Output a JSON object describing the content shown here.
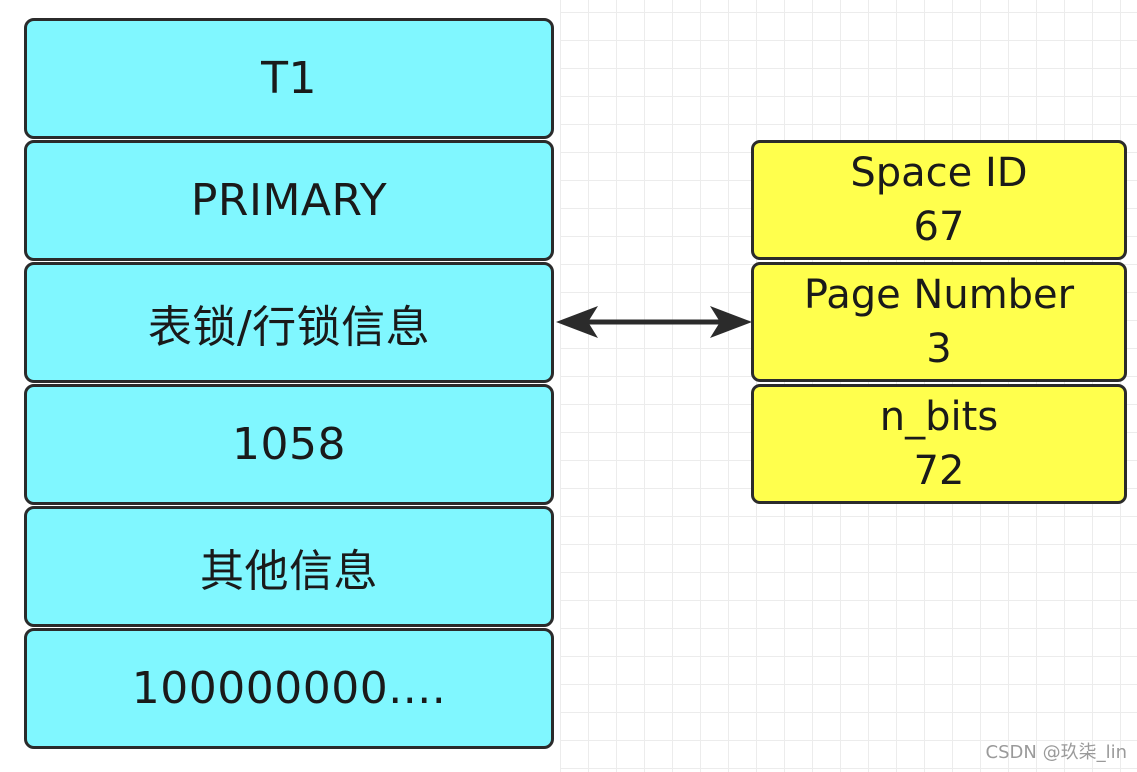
{
  "left_stack": {
    "cells": [
      "T1",
      "PRIMARY",
      "表锁/行锁信息",
      "1058",
      "其他信息",
      "100000000...."
    ]
  },
  "right_stack": {
    "cells": [
      {
        "label": "Space ID",
        "value": "67"
      },
      {
        "label": "Page Number",
        "value": "3"
      },
      {
        "label": "n_bits",
        "value": "72"
      }
    ]
  },
  "watermark": "CSDN @玖柒_lin",
  "colors": {
    "cyan_fill": "#80f7ff",
    "yellow_fill": "#ffff4d",
    "border": "#2b2b2b"
  }
}
